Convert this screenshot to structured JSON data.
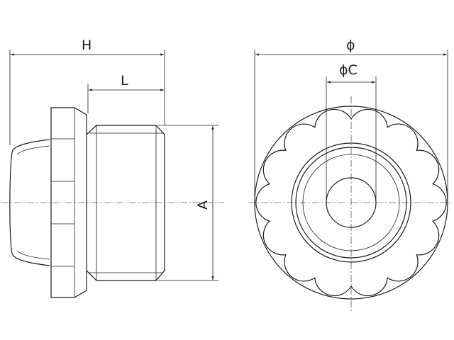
{
  "labels": {
    "H": "H",
    "L": "L",
    "A": "A",
    "phi": "ϕ",
    "phiC": "ϕC"
  },
  "colors": {
    "line": "#1a1a1a",
    "background": "#ffffff"
  }
}
